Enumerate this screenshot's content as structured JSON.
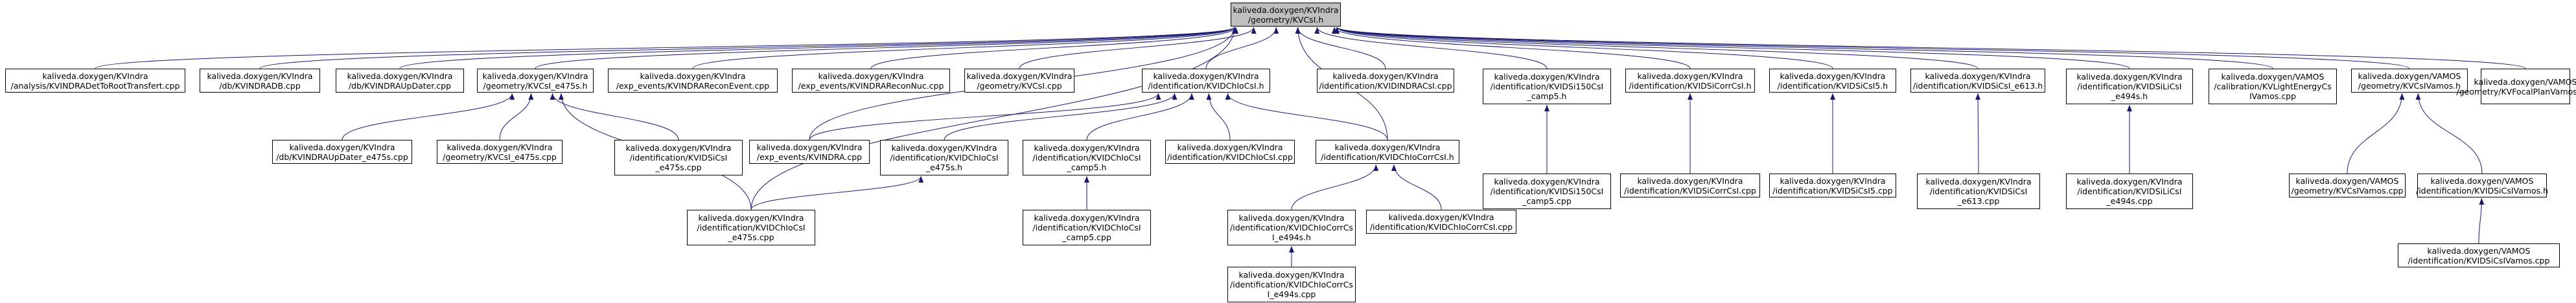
{
  "root": {
    "id": "KVCsI_h",
    "lines": [
      "kaliveda.doxygen/KVIndra",
      "/geometry/KVCsI.h"
    ]
  },
  "nodes": [
    {
      "id": "KVINDRADetToRootTransfert_cpp",
      "lines": [
        "kaliveda.doxygen/KVIndra",
        "/analysis/KVINDRADetToRootTransfert.cpp"
      ]
    },
    {
      "id": "KVINDRADB_cpp",
      "lines": [
        "kaliveda.doxygen/KVIndra",
        "/db/KVINDRADB.cpp"
      ]
    },
    {
      "id": "KVINDRAUpDater_cpp",
      "lines": [
        "kaliveda.doxygen/KVIndra",
        "/db/KVINDRAUpDater.cpp"
      ]
    },
    {
      "id": "KVCsI_e475s_h",
      "lines": [
        "kaliveda.doxygen/KVIndra",
        "/geometry/KVCsI_e475s.h"
      ]
    },
    {
      "id": "KVINDRAReconEvent_cpp",
      "lines": [
        "kaliveda.doxygen/KVIndra",
        "/exp_events/KVINDRAReconEvent.cpp"
      ]
    },
    {
      "id": "KVINDRAReconNuc_cpp",
      "lines": [
        "kaliveda.doxygen/KVIndra",
        "/exp_events/KVINDRAReconNuc.cpp"
      ]
    },
    {
      "id": "KVCsI_cpp",
      "lines": [
        "kaliveda.doxygen/KVIndra",
        "/geometry/KVCsI.cpp"
      ]
    },
    {
      "id": "KVIDChIoCsI_h",
      "lines": [
        "kaliveda.doxygen/KVIndra",
        "/identification/KVIDChIoCsI.h"
      ]
    },
    {
      "id": "KVIDINDRACsI_cpp",
      "lines": [
        "kaliveda.doxygen/KVIndra",
        "/identification/KVIDINDRACsI.cpp"
      ]
    },
    {
      "id": "KVIDSi150CsI_camp5_h",
      "lines": [
        "kaliveda.doxygen/KVIndra",
        "/identification/KVIDSi150CsI",
        "_camp5.h"
      ]
    },
    {
      "id": "KVIDSiCorrCsI_h",
      "lines": [
        "kaliveda.doxygen/KVIndra",
        "/identification/KVIDSiCorrCsI.h"
      ]
    },
    {
      "id": "KVIDSiCsI5_h",
      "lines": [
        "kaliveda.doxygen/KVIndra",
        "/identification/KVIDSiCsI5.h"
      ]
    },
    {
      "id": "KVIDSiCsI_e613_h",
      "lines": [
        "kaliveda.doxygen/KVIndra",
        "/identification/KVIDSiCsI_e613.h"
      ]
    },
    {
      "id": "KVIDSiLiCsI_e494s_h",
      "lines": [
        "kaliveda.doxygen/KVIndra",
        "/identification/KVIDSiLiCsI",
        "_e494s.h"
      ]
    },
    {
      "id": "KVLightEnergyCsIVamos_cpp",
      "lines": [
        "kaliveda.doxygen/VAMOS",
        "/calibration/KVLightEnergyCs",
        "IVamos.cpp"
      ]
    },
    {
      "id": "KVCsIVamos_h",
      "lines": [
        "kaliveda.doxygen/VAMOS",
        "/geometry/KVCsIVamos.h"
      ]
    },
    {
      "id": "KVFocalPlanVamos_cpp",
      "lines": [
        "kaliveda.doxygen/VAMOS",
        "/geometry/KVFocalPlanVamos.cpp"
      ]
    },
    {
      "id": "KVINDRAUpDater_e475s_cpp",
      "lines": [
        "kaliveda.doxygen/KVIndra",
        "/db/KVINDRAUpDater_e475s.cpp"
      ]
    },
    {
      "id": "KVCsI_e475s_cpp",
      "lines": [
        "kaliveda.doxygen/KVIndra",
        "/geometry/KVCsI_e475s.cpp"
      ]
    },
    {
      "id": "KVIDSiCsI_e475s_cpp",
      "lines": [
        "kaliveda.doxygen/KVIndra",
        "/identification/KVIDSiCsI",
        "_e475s.cpp"
      ]
    },
    {
      "id": "KVINDRA_cpp",
      "lines": [
        "kaliveda.doxygen/KVIndra",
        "/exp_events/KVINDRA.cpp"
      ]
    },
    {
      "id": "KVIDChIoCsI_e475s_h",
      "lines": [
        "kaliveda.doxygen/KVIndra",
        "/identification/KVIDChIoCsI",
        "_e475s.h"
      ]
    },
    {
      "id": "KVIDChIoCsI_camp5_h",
      "lines": [
        "kaliveda.doxygen/KVIndra",
        "/identification/KVIDChIoCsI",
        "_camp5.h"
      ]
    },
    {
      "id": "KVIDChIoCsI_cpp",
      "lines": [
        "kaliveda.doxygen/KVIndra",
        "/identification/KVIDChIoCsI.cpp"
      ]
    },
    {
      "id": "KVIDChIoCorrCsI_h",
      "lines": [
        "kaliveda.doxygen/KVIndra",
        "/identification/KVIDChIoCorrCsI.h"
      ]
    },
    {
      "id": "KVIDSi150CsI_camp5_cpp",
      "lines": [
        "kaliveda.doxygen/KVIndra",
        "/identification/KVIDSi150CsI",
        "_camp5.cpp"
      ]
    },
    {
      "id": "KVIDSiCorrCsI_cpp",
      "lines": [
        "kaliveda.doxygen/KVIndra",
        "/identification/KVIDSiCorrCsI.cpp"
      ]
    },
    {
      "id": "KVIDSiCsI5_cpp",
      "lines": [
        "kaliveda.doxygen/KVIndra",
        "/identification/KVIDSiCsI5.cpp"
      ]
    },
    {
      "id": "KVIDSiCsI_e613_cpp",
      "lines": [
        "kaliveda.doxygen/KVIndra",
        "/identification/KVIDSiCsI",
        "_e613.cpp"
      ]
    },
    {
      "id": "KVIDSiLiCsI_e494s_cpp",
      "lines": [
        "kaliveda.doxygen/KVIndra",
        "/identification/KVIDSiLiCsI",
        "_e494s.cpp"
      ]
    },
    {
      "id": "KVCsIVamos_cpp",
      "lines": [
        "kaliveda.doxygen/VAMOS",
        "/geometry/KVCsIVamos.cpp"
      ]
    },
    {
      "id": "KVIDSiCsIVamos_h",
      "lines": [
        "kaliveda.doxygen/VAMOS",
        "/identification/KVIDSiCsIVamos.h"
      ]
    },
    {
      "id": "KVIDChIoCsI_e475s_cpp",
      "lines": [
        "kaliveda.doxygen/KVIndra",
        "/identification/KVIDChIoCsI",
        "_e475s.cpp"
      ]
    },
    {
      "id": "KVIDChIoCsI_camp5_cpp",
      "lines": [
        "kaliveda.doxygen/KVIndra",
        "/identification/KVIDChIoCsI",
        "_camp5.cpp"
      ]
    },
    {
      "id": "KVIDChIoCorrCsI_e494s_h",
      "lines": [
        "kaliveda.doxygen/KVIndra",
        "/identification/KVIDChIoCorrCs",
        "I_e494s.h"
      ]
    },
    {
      "id": "KVIDChIoCorrCsI_cpp",
      "lines": [
        "kaliveda.doxygen/KVIndra",
        "/identification/KVIDChIoCorrCsI.cpp"
      ]
    },
    {
      "id": "KVIDSiCsIVamos_cpp",
      "lines": [
        "kaliveda.doxygen/VAMOS",
        "/identification/KVIDSiCsIVamos.cpp"
      ]
    },
    {
      "id": "KVIDChIoCorrCsI_e494s_cpp",
      "lines": [
        "kaliveda.doxygen/KVIndra",
        "/identification/KVIDChIoCorrCs",
        "I_e494s.cpp"
      ]
    }
  ],
  "edges": [
    [
      "KVCsI_h",
      "KVINDRADetToRootTransfert_cpp"
    ],
    [
      "KVCsI_h",
      "KVINDRADB_cpp"
    ],
    [
      "KVCsI_h",
      "KVINDRAUpDater_cpp"
    ],
    [
      "KVCsI_h",
      "KVCsI_e475s_h"
    ],
    [
      "KVCsI_h",
      "KVINDRAReconEvent_cpp"
    ],
    [
      "KVCsI_h",
      "KVINDRAReconNuc_cpp"
    ],
    [
      "KVCsI_h",
      "KVCsI_cpp"
    ],
    [
      "KVCsI_h",
      "KVIDChIoCsI_h"
    ],
    [
      "KVCsI_h",
      "KVIDINDRACsI_cpp"
    ],
    [
      "KVCsI_h",
      "KVIDSi150CsI_camp5_h"
    ],
    [
      "KVCsI_h",
      "KVIDSiCorrCsI_h"
    ],
    [
      "KVCsI_h",
      "KVIDSiCsI5_h"
    ],
    [
      "KVCsI_h",
      "KVIDSiCsI_e613_h"
    ],
    [
      "KVCsI_h",
      "KVIDSiLiCsI_e494s_h"
    ],
    [
      "KVCsI_h",
      "KVLightEnergyCsIVamos_cpp"
    ],
    [
      "KVCsI_h",
      "KVCsIVamos_h"
    ],
    [
      "KVCsI_h",
      "KVFocalPlanVamos_cpp"
    ],
    [
      "KVCsI_h",
      "KVINDRA_cpp"
    ],
    [
      "KVCsI_h",
      "KVIDChIoCorrCsI_h"
    ],
    [
      "KVCsI_h",
      "KVIDChIoCsI_e475s_cpp"
    ],
    [
      "KVCsI_e475s_h",
      "KVINDRAUpDater_e475s_cpp"
    ],
    [
      "KVCsI_e475s_h",
      "KVCsI_e475s_cpp"
    ],
    [
      "KVCsI_e475s_h",
      "KVIDSiCsI_e475s_cpp"
    ],
    [
      "KVCsI_e475s_h",
      "KVIDChIoCsI_e475s_cpp"
    ],
    [
      "KVIDChIoCsI_h",
      "KVINDRA_cpp"
    ],
    [
      "KVIDChIoCsI_h",
      "KVIDChIoCsI_e475s_h"
    ],
    [
      "KVIDChIoCsI_h",
      "KVIDChIoCsI_camp5_h"
    ],
    [
      "KVIDChIoCsI_h",
      "KVIDChIoCsI_cpp"
    ],
    [
      "KVIDChIoCsI_h",
      "KVIDChIoCorrCsI_h"
    ],
    [
      "KVIDSi150CsI_camp5_h",
      "KVIDSi150CsI_camp5_cpp"
    ],
    [
      "KVIDSiCorrCsI_h",
      "KVIDSiCorrCsI_cpp"
    ],
    [
      "KVIDSiCsI5_h",
      "KVIDSiCsI5_cpp"
    ],
    [
      "KVIDSiCsI_e613_h",
      "KVIDSiCsI_e613_cpp"
    ],
    [
      "KVIDSiLiCsI_e494s_h",
      "KVIDSiLiCsI_e494s_cpp"
    ],
    [
      "KVCsIVamos_h",
      "KVCsIVamos_cpp"
    ],
    [
      "KVCsIVamos_h",
      "KVIDSiCsIVamos_h"
    ],
    [
      "KVIDSiCsIVamos_h",
      "KVIDSiCsIVamos_cpp"
    ],
    [
      "KVIDChIoCsI_e475s_h",
      "KVIDChIoCsI_e475s_cpp"
    ],
    [
      "KVIDChIoCsI_camp5_h",
      "KVIDChIoCsI_camp5_cpp"
    ],
    [
      "KVIDChIoCorrCsI_h",
      "KVIDChIoCorrCsI_e494s_h"
    ],
    [
      "KVIDChIoCorrCsI_h",
      "KVIDChIoCorrCsI_cpp"
    ],
    [
      "KVIDChIoCorrCsI_e494s_h",
      "KVIDChIoCorrCsI_e494s_cpp"
    ]
  ],
  "colors": {
    "edge": "#191970",
    "root_fill": "#bfbfbf",
    "node_fill": "#ffffff",
    "border": "#000000"
  }
}
